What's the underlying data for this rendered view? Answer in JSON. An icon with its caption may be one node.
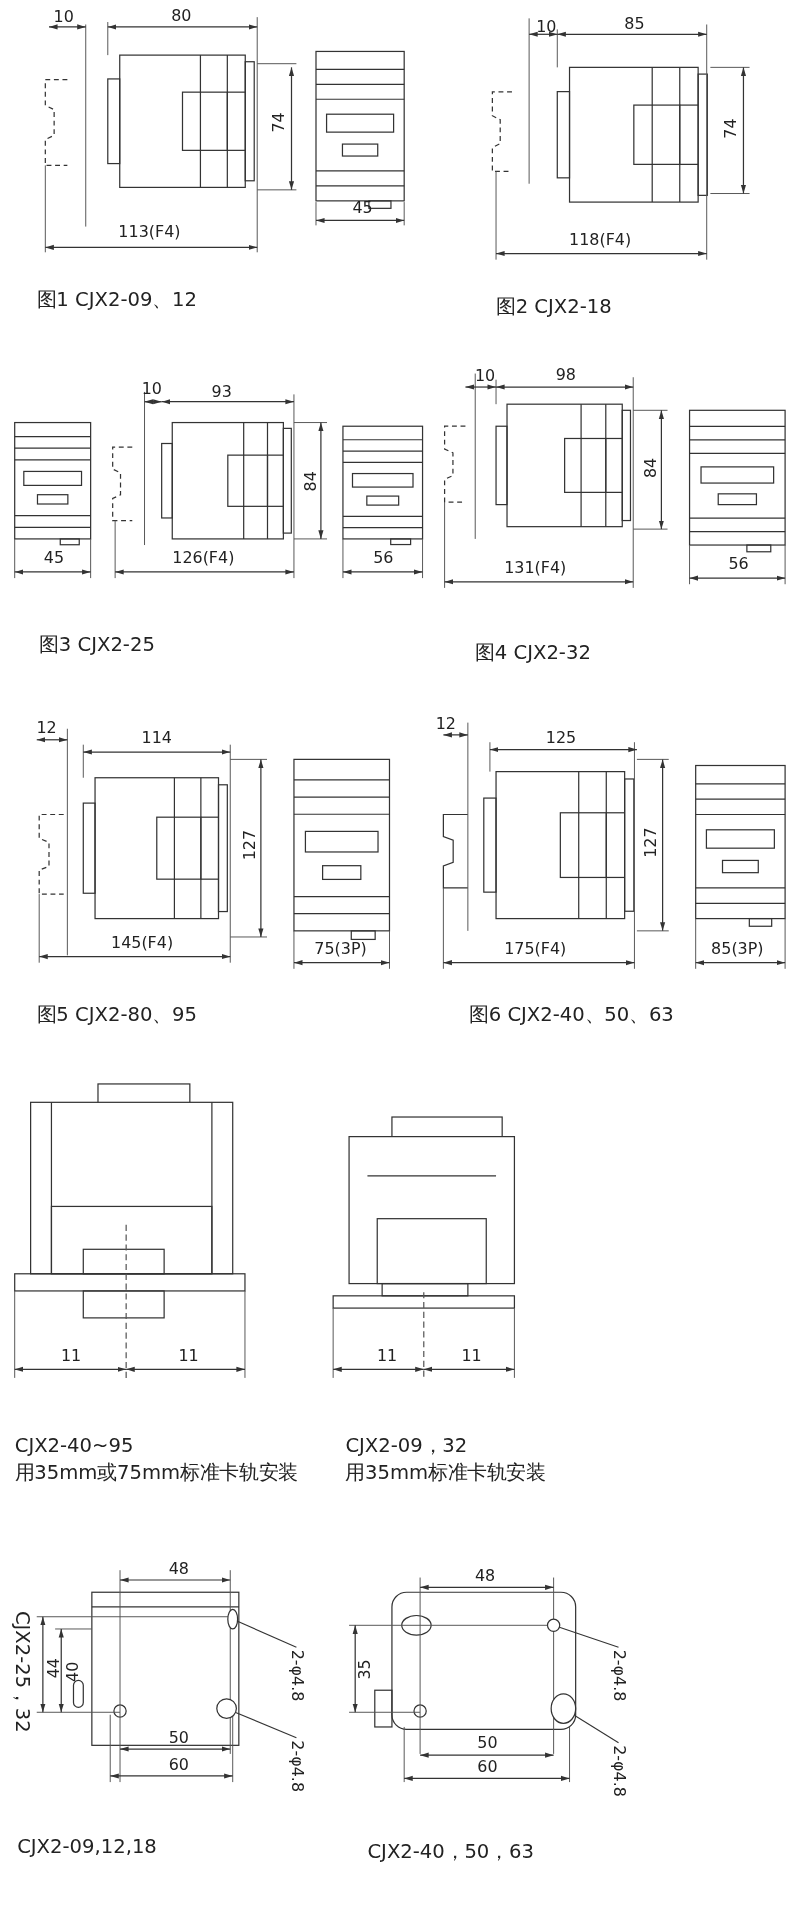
{
  "diagram": {
    "nodes": [
      {
        "text": [
          "2-φ4.8"
        ]
      },
      {
        "text": [
          "2-φ4.8"
        ]
      },
      {
        "text": [
          "2-φ4.8"
        ]
      },
      {
        "text": [
          "2-φ4.8"
        ]
      },
      {
        "text": [],
        "shape": "circle"
      },
      {
        "text": [],
        "shape": "circle"
      },
      {
        "text": [],
        "shape": "circle"
      },
      {
        "text": [],
        "shape": "circle"
      }
    ],
    "edges": [
      {
        "from": 0,
        "to": 4,
        "arrow": "none"
      },
      {
        "from": 1,
        "to": 5,
        "arrow": "none"
      },
      {
        "from": 2,
        "to": 6,
        "arrow": "none"
      },
      {
        "from": 3,
        "to": 7,
        "arrow": "none"
      }
    ],
    "labels": [
      "10",
      "80",
      "74",
      "45",
      "113(F4)",
      "图1 CJX2-09、12",
      "10",
      "85",
      "74",
      "118(F4)",
      "图2 CJX2-18",
      "10",
      "93",
      "84",
      "45",
      "126(F4)",
      "56",
      "图3 CJX2-25",
      "10",
      "98",
      "84",
      "131(F4)",
      "56",
      "图4 CJX2-32",
      "12",
      "114",
      "127",
      "145(F4)",
      "75(3P)",
      "图5  CJX2-80、95",
      "12",
      "125",
      "127",
      "175(F4)",
      "85(3P)",
      "图6  CJX2-40、50、63",
      "11",
      "11",
      "11",
      "11",
      "CJX2-40~95",
      "用35mm或75mm标准卡轨安装",
      "CJX2-09，32",
      "用35mm标准卡轨安装",
      "48",
      "CJX2-25，32",
      "44",
      "40",
      "50",
      "60",
      "CJX2-09,12,18",
      "48",
      "35",
      "50",
      "60",
      "CJX2-40，50，63"
    ]
  }
}
